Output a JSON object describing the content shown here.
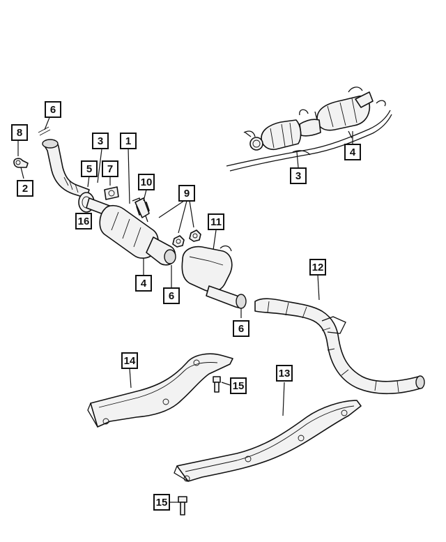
{
  "callouts": [
    {
      "id": "c1",
      "label": "1"
    },
    {
      "id": "c2",
      "label": "2"
    },
    {
      "id": "c3a",
      "label": "3"
    },
    {
      "id": "c3b",
      "label": "3"
    },
    {
      "id": "c4a",
      "label": "4"
    },
    {
      "id": "c4b",
      "label": "4"
    },
    {
      "id": "c5",
      "label": "5"
    },
    {
      "id": "c6a",
      "label": "6"
    },
    {
      "id": "c6b",
      "label": "6"
    },
    {
      "id": "c6c",
      "label": "6"
    },
    {
      "id": "c7",
      "label": "7"
    },
    {
      "id": "c8",
      "label": "8"
    },
    {
      "id": "c9",
      "label": "9"
    },
    {
      "id": "c10",
      "label": "10"
    },
    {
      "id": "c11",
      "label": "11"
    },
    {
      "id": "c12",
      "label": "12"
    },
    {
      "id": "c13",
      "label": "13"
    },
    {
      "id": "c14",
      "label": "14"
    },
    {
      "id": "c15a",
      "label": "15"
    },
    {
      "id": "c15b",
      "label": "15"
    },
    {
      "id": "c16",
      "label": "16"
    }
  ]
}
